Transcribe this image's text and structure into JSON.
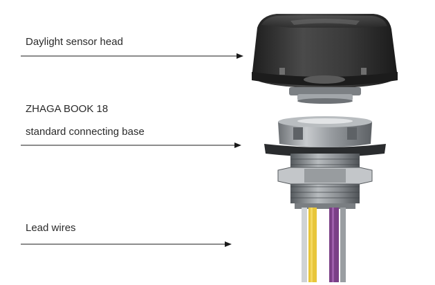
{
  "labels": {
    "sensor_head": "Daylight sensor head",
    "base_line1": "ZHAGA BOOK 18",
    "base_line2": "standard connecting base",
    "lead_wires": "Lead wires"
  },
  "colors": {
    "text": "#2a2a2a",
    "arrow": "#1a1a1a",
    "sensor_body": "#2b2b2b",
    "base_grey": "#8e9296",
    "wire_yellow": "#e8c63a",
    "wire_purple": "#7a3f86",
    "wire_white": "#cfd3d6",
    "wire_grey": "#9a9ea2"
  }
}
